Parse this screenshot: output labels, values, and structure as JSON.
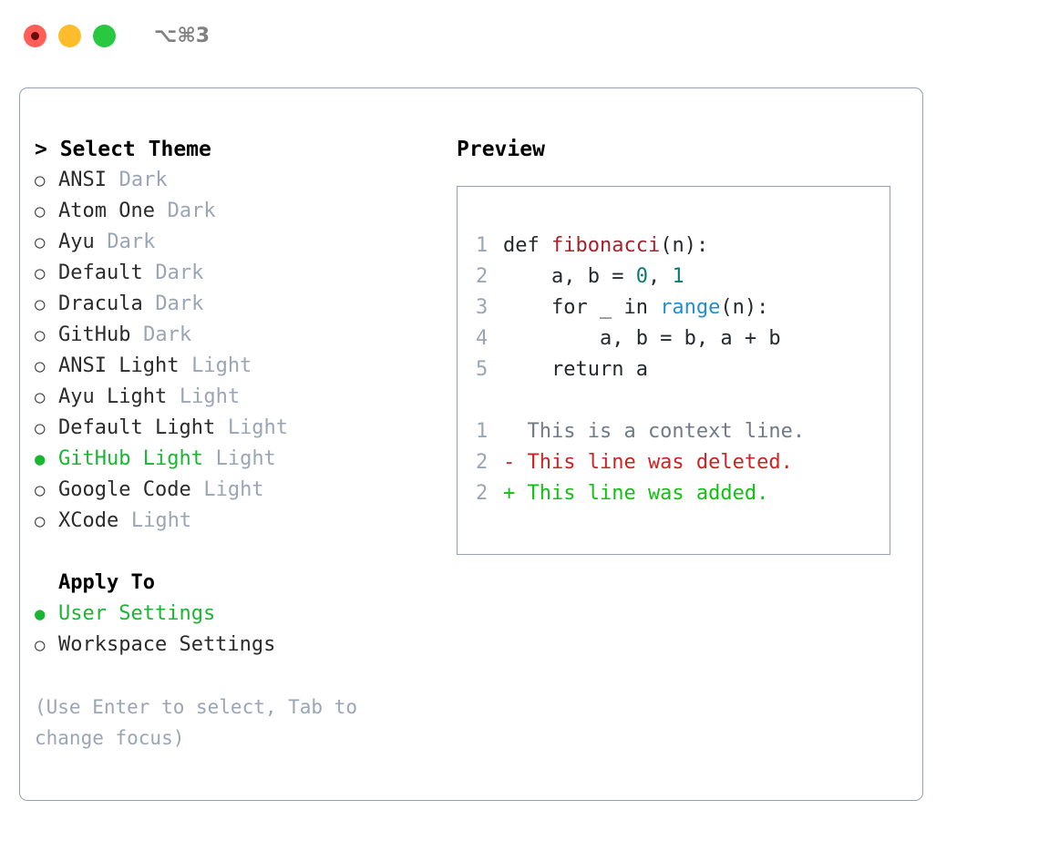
{
  "window": {
    "title": "⌥⌘3",
    "traffic_lights": [
      {
        "name": "close",
        "color": "#ff5f57"
      },
      {
        "name": "minimize",
        "color": "#ffbd2e"
      },
      {
        "name": "zoom",
        "color": "#28c840"
      }
    ]
  },
  "theme_picker": {
    "heading": "> Select Theme",
    "prompt_symbol": ">",
    "bullet_empty": "○",
    "bullet_filled": "●",
    "selected_color": "#19b632",
    "tag_color": "#9aa5b5",
    "items": [
      {
        "label": "ANSI",
        "tag": "Dark",
        "selected": false
      },
      {
        "label": "Atom One",
        "tag": "Dark",
        "selected": false
      },
      {
        "label": "Ayu",
        "tag": "Dark",
        "selected": false
      },
      {
        "label": "Default",
        "tag": "Dark",
        "selected": false
      },
      {
        "label": "Dracula",
        "tag": "Dark",
        "selected": false
      },
      {
        "label": "GitHub",
        "tag": "Dark",
        "selected": false
      },
      {
        "label": "ANSI Light",
        "tag": "Light",
        "selected": false
      },
      {
        "label": "Ayu Light",
        "tag": "Light",
        "selected": false
      },
      {
        "label": "Default Light",
        "tag": "Light",
        "selected": false
      },
      {
        "label": "GitHub Light",
        "tag": "Light",
        "selected": true
      },
      {
        "label": "Google Code",
        "tag": "Light",
        "selected": false
      },
      {
        "label": "XCode",
        "tag": "Light",
        "selected": false
      }
    ]
  },
  "apply_to": {
    "heading": "Apply To",
    "items": [
      {
        "label": "User Settings",
        "selected": true
      },
      {
        "label": "Workspace Settings",
        "selected": false
      }
    ]
  },
  "hint": "(Use Enter to select, Tab to change focus)",
  "preview": {
    "heading": "Preview",
    "code_lines": [
      {
        "no": "1",
        "parts": [
          {
            "t": "def ",
            "c": "plain"
          },
          {
            "t": "fibonacci",
            "c": "fn"
          },
          {
            "t": "(n):",
            "c": "plain"
          }
        ]
      },
      {
        "no": "2",
        "parts": [
          {
            "t": "    a, b = ",
            "c": "plain"
          },
          {
            "t": "0",
            "c": "num"
          },
          {
            "t": ", ",
            "c": "plain"
          },
          {
            "t": "1",
            "c": "num"
          }
        ]
      },
      {
        "no": "3",
        "parts": [
          {
            "t": "    for _ in ",
            "c": "plain"
          },
          {
            "t": "range",
            "c": "call"
          },
          {
            "t": "(n):",
            "c": "plain"
          }
        ]
      },
      {
        "no": "4",
        "parts": [
          {
            "t": "        a, b = b, a + b",
            "c": "plain"
          }
        ]
      },
      {
        "no": "5",
        "parts": [
          {
            "t": "    return a",
            "c": "plain"
          }
        ]
      }
    ],
    "diff_lines": [
      {
        "no": "1",
        "parts": [
          {
            "t": "  This is a context line.",
            "c": "ctx"
          }
        ]
      },
      {
        "no": "2",
        "parts": [
          {
            "t": "- This line was deleted.",
            "c": "del"
          }
        ]
      },
      {
        "no": "2",
        "parts": [
          {
            "t": "+ This line was added.",
            "c": "add"
          }
        ]
      }
    ]
  }
}
